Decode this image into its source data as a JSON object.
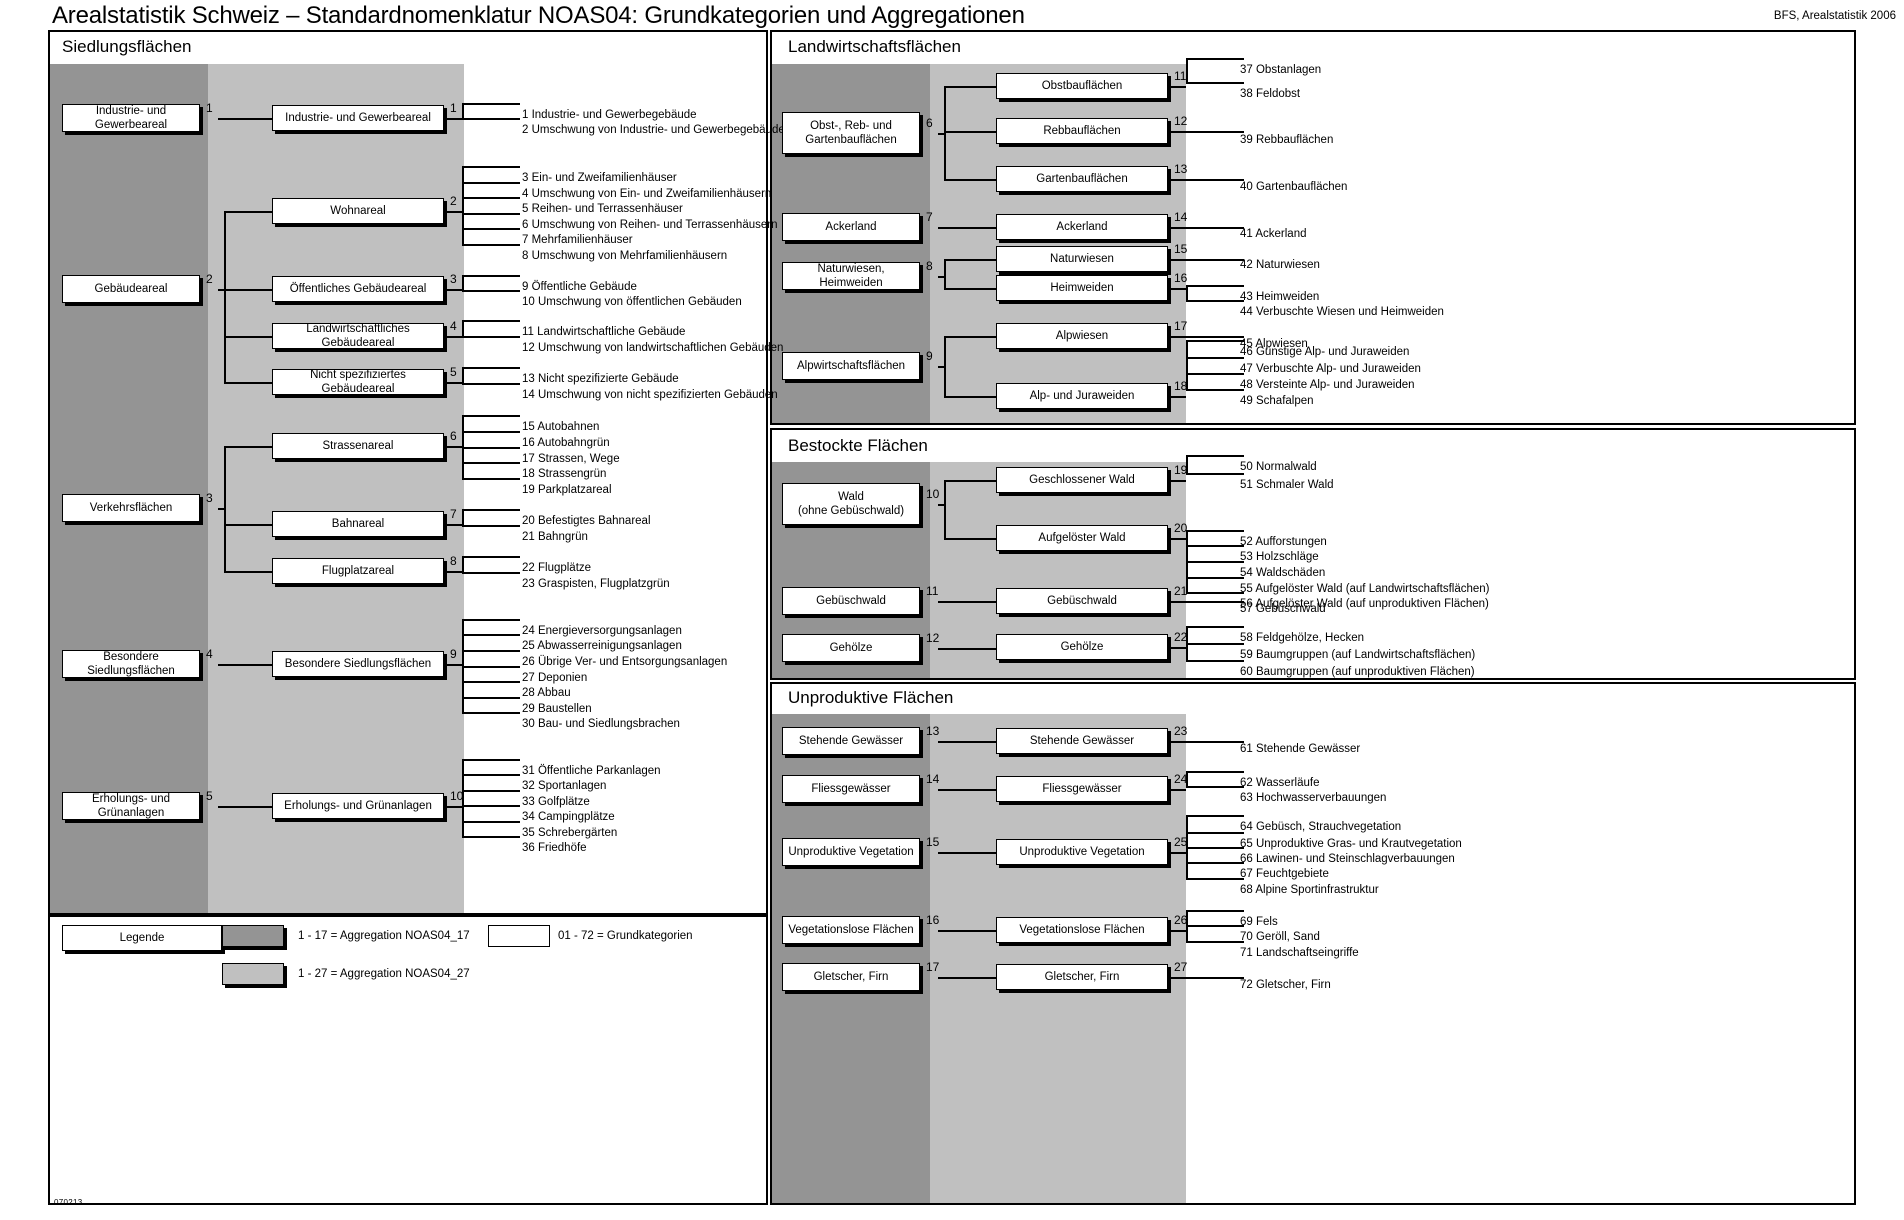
{
  "header": {
    "title": "Arealstatistik Schweiz – Standardnomenklatur NOAS04: Grundkategorien und Aggregationen",
    "source": "BFS, Arealstatistik 2006",
    "doc_code": "070213"
  },
  "legend": {
    "box_label": "Legende",
    "dark_label": "1 - 17 = Aggregation NOAS04_17",
    "light_label": "1 - 27 = Aggregation NOAS04_27",
    "basic_label": "01 - 72 = Grundkategorien",
    "color_dark": "#949494",
    "color_light": "#c0c0c0",
    "color_basic": "#ffffff"
  },
  "panels": {
    "siedlung": {
      "title": "Siedlungsflächen"
    },
    "landwirtschaft": {
      "title": "Landwirtschaftsflächen"
    },
    "bestockte": {
      "title": "Bestockte Flächen"
    },
    "unproduktive": {
      "title": "Unproduktive Flächen"
    }
  },
  "agg17": [
    {
      "n": "1",
      "label": "Industrie- und Gewerbeareal"
    },
    {
      "n": "2",
      "label": "Gebäudeareal"
    },
    {
      "n": "3",
      "label": "Verkehrsflächen"
    },
    {
      "n": "4",
      "label": "Besondere Siedlungsflächen"
    },
    {
      "n": "5",
      "label": "Erholungs- und Grünanlagen"
    },
    {
      "n": "6",
      "label": "Obst-, Reb- und\nGartenbauflächen"
    },
    {
      "n": "7",
      "label": "Ackerland"
    },
    {
      "n": "8",
      "label": "Naturwiesen, Heimweiden"
    },
    {
      "n": "9",
      "label": "Alpwirtschaftsflächen"
    },
    {
      "n": "10",
      "label": "Wald\n(ohne Gebüschwald)"
    },
    {
      "n": "11",
      "label": "Gebüschwald"
    },
    {
      "n": "12",
      "label": "Gehölze"
    },
    {
      "n": "13",
      "label": "Stehende Gewässer"
    },
    {
      "n": "14",
      "label": "Fliessgewässer"
    },
    {
      "n": "15",
      "label": "Unproduktive Vegetation"
    },
    {
      "n": "16",
      "label": "Vegetationslose Flächen"
    },
    {
      "n": "17",
      "label": "Gletscher, Firn"
    }
  ],
  "agg27": [
    {
      "n": "1",
      "label": "Industrie- und Gewerbeareal"
    },
    {
      "n": "2",
      "label": "Wohnareal"
    },
    {
      "n": "3",
      "label": "Öffentliches Gebäudeareal"
    },
    {
      "n": "4",
      "label": "Landwirtschaftliches Gebäudeareal"
    },
    {
      "n": "5",
      "label": "Nicht spezifiziertes Gebäudeareal"
    },
    {
      "n": "6",
      "label": "Strassenareal"
    },
    {
      "n": "7",
      "label": "Bahnareal"
    },
    {
      "n": "8",
      "label": "Flugplatzareal"
    },
    {
      "n": "9",
      "label": "Besondere Siedlungsflächen"
    },
    {
      "n": "10",
      "label": "Erholungs- und Grünanlagen"
    },
    {
      "n": "11",
      "label": "Obstbauflächen"
    },
    {
      "n": "12",
      "label": "Rebbauflächen"
    },
    {
      "n": "13",
      "label": "Gartenbauflächen"
    },
    {
      "n": "14",
      "label": "Ackerland"
    },
    {
      "n": "15",
      "label": "Naturwiesen"
    },
    {
      "n": "16",
      "label": "Heimweiden"
    },
    {
      "n": "17",
      "label": "Alpwiesen"
    },
    {
      "n": "18",
      "label": "Alp- und Juraweiden"
    },
    {
      "n": "19",
      "label": "Geschlossener Wald"
    },
    {
      "n": "20",
      "label": "Aufgelöster Wald"
    },
    {
      "n": "21",
      "label": "Gebüschwald"
    },
    {
      "n": "22",
      "label": "Gehölze"
    },
    {
      "n": "23",
      "label": "Stehende Gewässer"
    },
    {
      "n": "24",
      "label": "Fliessgewässer"
    },
    {
      "n": "25",
      "label": "Unproduktive Vegetation"
    },
    {
      "n": "26",
      "label": "Vegetationslose Flächen"
    },
    {
      "n": "27",
      "label": "Gletscher, Firn"
    }
  ],
  "grundkategorien": [
    "1 Industrie- und Gewerbegebäude",
    "2 Umschwung von Industrie- und Gewerbegebäuden",
    "3 Ein- und Zweifamilienhäuser",
    "4 Umschwung von Ein- und Zweifamilienhäusern",
    "5 Reihen- und Terrassenhäuser",
    "6 Umschwung von Reihen- und Terrassenhäusern",
    "7 Mehrfamilienhäuser",
    "8 Umschwung von Mehrfamilienhäusern",
    "9 Öffentliche Gebäude",
    "10 Umschwung von öffentlichen Gebäuden",
    "11 Landwirtschaftliche Gebäude",
    "12 Umschwung von landwirtschaftlichen Gebäuden",
    "13 Nicht spezifizierte Gebäude",
    "14 Umschwung von nicht spezifizierten Gebäuden",
    "15 Autobahnen",
    "16 Autobahngrün",
    "17 Strassen, Wege",
    "18 Strassengrün",
    "19 Parkplatzareal",
    "20 Befestigtes Bahnareal",
    "21 Bahngrün",
    "22 Flugplätze",
    "23 Graspisten, Flugplatzgrün",
    "24 Energieversorgungsanlagen",
    "25 Abwasserreinigungsanlagen",
    "26 Übrige Ver- und Entsorgungsanlagen",
    "27 Deponien",
    "28 Abbau",
    "29 Baustellen",
    "30 Bau- und Siedlungsbrachen",
    "31 Öffentliche Parkanlagen",
    "32 Sportanlagen",
    "33 Golfplätze",
    "34 Campingplätze",
    "35 Schrebergärten",
    "36 Friedhöfe",
    "37 Obstanlagen",
    "38 Feldobst",
    "39 Rebbauflächen",
    "40 Gartenbauflächen",
    "41 Ackerland",
    "42 Naturwiesen",
    "43 Heimweiden",
    "44 Verbuschte Wiesen und Heimweiden",
    "45 Alpwiesen",
    "46 Günstige Alp- und Juraweiden",
    "47 Verbuschte Alp- und Juraweiden",
    "48 Versteinte Alp- und Juraweiden",
    "49 Schafalpen",
    "50 Normalwald",
    "51 Schmaler Wald",
    "52 Aufforstungen",
    "53 Holzschläge",
    "54 Waldschäden",
    "55 Aufgelöster Wald (auf Landwirtschaftsflächen)",
    "56 Aufgelöster Wald (auf unproduktiven Flächen)",
    "57 Gebüschwald",
    "58 Feldgehölze, Hecken",
    "59 Baumgruppen (auf Landwirtschaftsflächen)",
    "60 Baumgruppen (auf unproduktiven Flächen)",
    "61 Stehende Gewässer",
    "62 Wasserläufe",
    "63 Hochwasserverbauungen",
    "64 Gebüsch, Strauchvegetation",
    "65 Unproduktive Gras- und Krautvegetation",
    "66 Lawinen- und Steinschlagverbauungen",
    "67 Feuchtgebiete",
    "68 Alpine Sportinfrastruktur",
    "69 Fels",
    "70 Geröll, Sand",
    "71 Landschaftseingriffe",
    "72 Gletscher, Firn"
  ],
  "layout": {
    "groups_left": [
      {
        "agg27": 1,
        "leaf_from": 1,
        "leaf_to": 2
      },
      {
        "agg27": 2,
        "leaf_from": 3,
        "leaf_to": 8
      },
      {
        "agg27": 3,
        "leaf_from": 9,
        "leaf_to": 10
      },
      {
        "agg27": 4,
        "leaf_from": 11,
        "leaf_to": 12
      },
      {
        "agg27": 5,
        "leaf_from": 13,
        "leaf_to": 14
      },
      {
        "agg27": 6,
        "leaf_from": 15,
        "leaf_to": 19
      },
      {
        "agg27": 7,
        "leaf_from": 20,
        "leaf_to": 21
      },
      {
        "agg27": 8,
        "leaf_from": 22,
        "leaf_to": 23
      },
      {
        "agg27": 9,
        "leaf_from": 24,
        "leaf_to": 30
      },
      {
        "agg27": 10,
        "leaf_from": 31,
        "leaf_to": 36
      }
    ],
    "groups_right": [
      {
        "agg27": 11,
        "leaf_from": 37,
        "leaf_to": 38
      },
      {
        "agg27": 12,
        "leaf_from": 39,
        "leaf_to": 39
      },
      {
        "agg27": 13,
        "leaf_from": 40,
        "leaf_to": 40
      },
      {
        "agg27": 14,
        "leaf_from": 41,
        "leaf_to": 41
      },
      {
        "agg27": 15,
        "leaf_from": 42,
        "leaf_to": 42
      },
      {
        "agg27": 16,
        "leaf_from": 43,
        "leaf_to": 44
      },
      {
        "agg27": 17,
        "leaf_from": 45,
        "leaf_to": 45
      },
      {
        "agg27": 18,
        "leaf_from": 46,
        "leaf_to": 49
      },
      {
        "agg27": 19,
        "leaf_from": 50,
        "leaf_to": 51
      },
      {
        "agg27": 20,
        "leaf_from": 52,
        "leaf_to": 56
      },
      {
        "agg27": 21,
        "leaf_from": 57,
        "leaf_to": 57
      },
      {
        "agg27": 22,
        "leaf_from": 58,
        "leaf_to": 60
      },
      {
        "agg27": 23,
        "leaf_from": 61,
        "leaf_to": 61
      },
      {
        "agg27": 24,
        "leaf_from": 62,
        "leaf_to": 63
      },
      {
        "agg27": 25,
        "leaf_from": 64,
        "leaf_to": 68
      },
      {
        "agg27": 26,
        "leaf_from": 69,
        "leaf_to": 71
      },
      {
        "agg27": 27,
        "leaf_from": 72,
        "leaf_to": 72
      }
    ]
  }
}
